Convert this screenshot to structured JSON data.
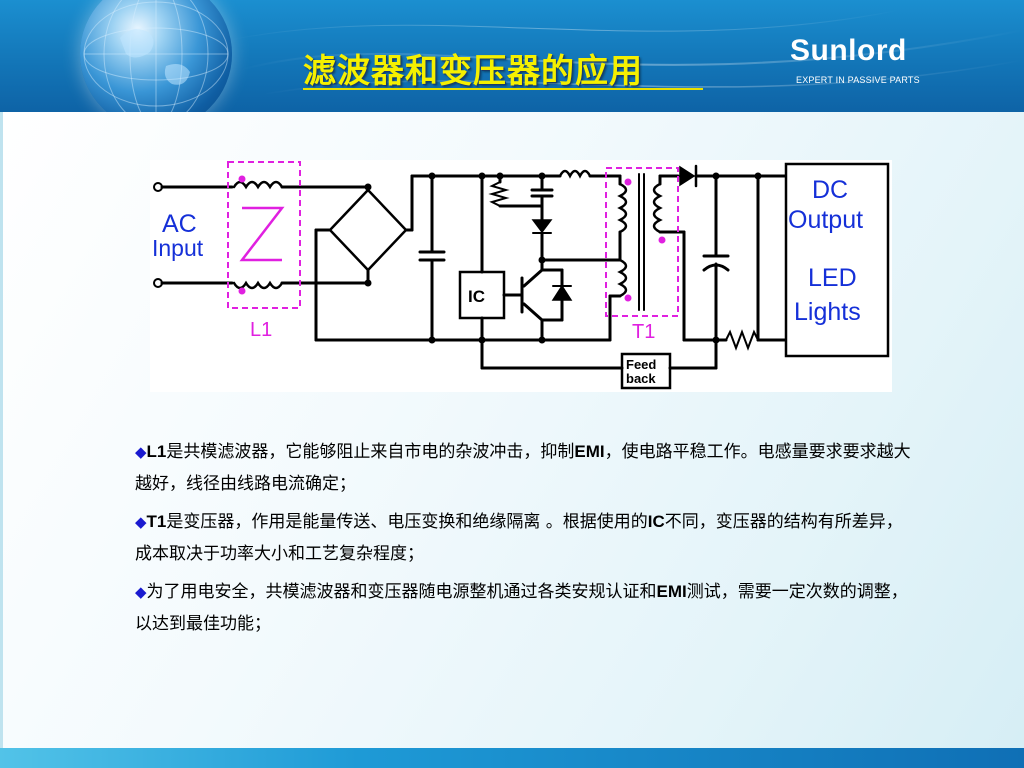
{
  "header": {
    "title": "滤波器和变压器的应用",
    "brand": "Sunlord",
    "tagline": "EXPERT IN PASSIVE PARTS",
    "globe_icon": "globe-icon"
  },
  "diagram": {
    "ac_label_1": "AC",
    "ac_label_2": "Input",
    "l1_label": "L1",
    "t1_label": "T1",
    "ic_label": "IC",
    "feedback_label_1": "Feed",
    "feedback_label_2": "back",
    "dc_label_1": "DC",
    "dc_label_2": "Output",
    "led_label_1": "LED",
    "led_label_2": "Lights",
    "colors": {
      "wire": "#000000",
      "highlight": "#e020e0",
      "label_blue": "#1530d8"
    }
  },
  "bullets": [
    {
      "mark": "◆",
      "bold": "L1",
      "text": "是共模滤波器，它能够阻止来自市电的杂波冲击，抑制",
      "bold2": "EMI",
      "text2": "，使电路平稳工作。电感量要求要求越大越好，线径由线路电流确定；"
    },
    {
      "mark": "◆",
      "bold": "T1",
      "text": "是变压器，作用是能量传送、电压变换和绝缘隔离 。根据使用的",
      "bold2": "IC",
      "text2": "不同，变压器的结构有所差异，成本取决于功率大小和工艺复杂程度；"
    },
    {
      "mark": "◆",
      "bold": "",
      "text": "为了用电安全，共模滤波器和变压器随电源整机通过各类安规认证和",
      "bold2": "EMI",
      "text2": "测试，需要一定次数的调整，以达到最佳功能；"
    }
  ]
}
